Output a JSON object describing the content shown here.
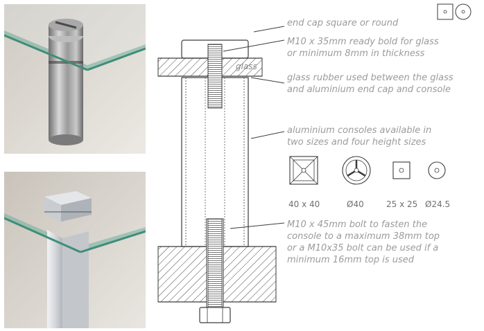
{
  "annotations": {
    "end_cap": "end cap square or round",
    "bolt_top": "M10 x 35mm ready bold for glass\nor minimum 8mm in thickness",
    "glass_label": "glass",
    "rubber": "glass rubber used between the glass\nand aluminium end cap and console",
    "consoles": "aluminium consoles available in\ntwo sizes and four height sizes",
    "bolt_bottom": "M10 x 45mm bolt to fasten the\nconsole to a maximum 38mm top\nor a M10x35 bolt can be used if a\nminimum 16mm top is used"
  },
  "console_sizes": [
    {
      "label": "40 x 40",
      "shape": "square-large-icon"
    },
    {
      "label": "Ø40",
      "shape": "round-large-icon"
    },
    {
      "label": "25 x 25",
      "shape": "square-small-icon"
    },
    {
      "label": "Ø24.5",
      "shape": "round-small-icon"
    }
  ],
  "colors": {
    "glass_edge": "#4f9a86",
    "line": "#3a3a3a",
    "text": "#9b9b9b",
    "steel": "#8f8f8f",
    "aluminium": "#d4d6d9"
  }
}
